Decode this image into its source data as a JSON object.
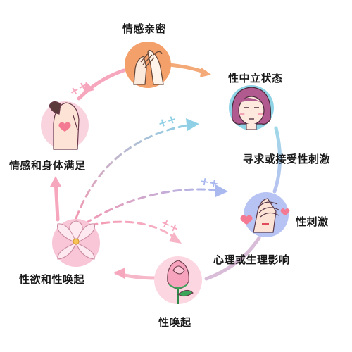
{
  "diagram": {
    "stages": [
      {
        "id": "intimacy",
        "label": "情感亲密"
      },
      {
        "id": "neutral",
        "label": "性中立状态"
      },
      {
        "id": "stimulation",
        "label": "性刺激"
      },
      {
        "id": "arousal",
        "label": "性唤起"
      },
      {
        "id": "desire",
        "label": "性欲和性唤起"
      },
      {
        "id": "satisfaction",
        "label": "情感和身体满足"
      }
    ],
    "transitions": [
      {
        "from": "neutral",
        "to": "stimulation",
        "label": "寻求或接受性刺激"
      },
      {
        "from": "stimulation",
        "to": "arousal",
        "label": "心理或生理影响"
      }
    ],
    "plus_marks": "++",
    "colors": {
      "ring_pink": "#f6a6bd",
      "ring_blue": "#b8c8ef",
      "ring_orange": "#f4a978",
      "intimacy_bg": "#f4a06a",
      "neutral_bg": "#8ed3e6",
      "stimulation_bg": "#b7c3f3",
      "arousal_bg": "#fcd7e2",
      "desire_bg": "#f8c6d6",
      "satisfaction_bg": "#f9d4df"
    }
  }
}
